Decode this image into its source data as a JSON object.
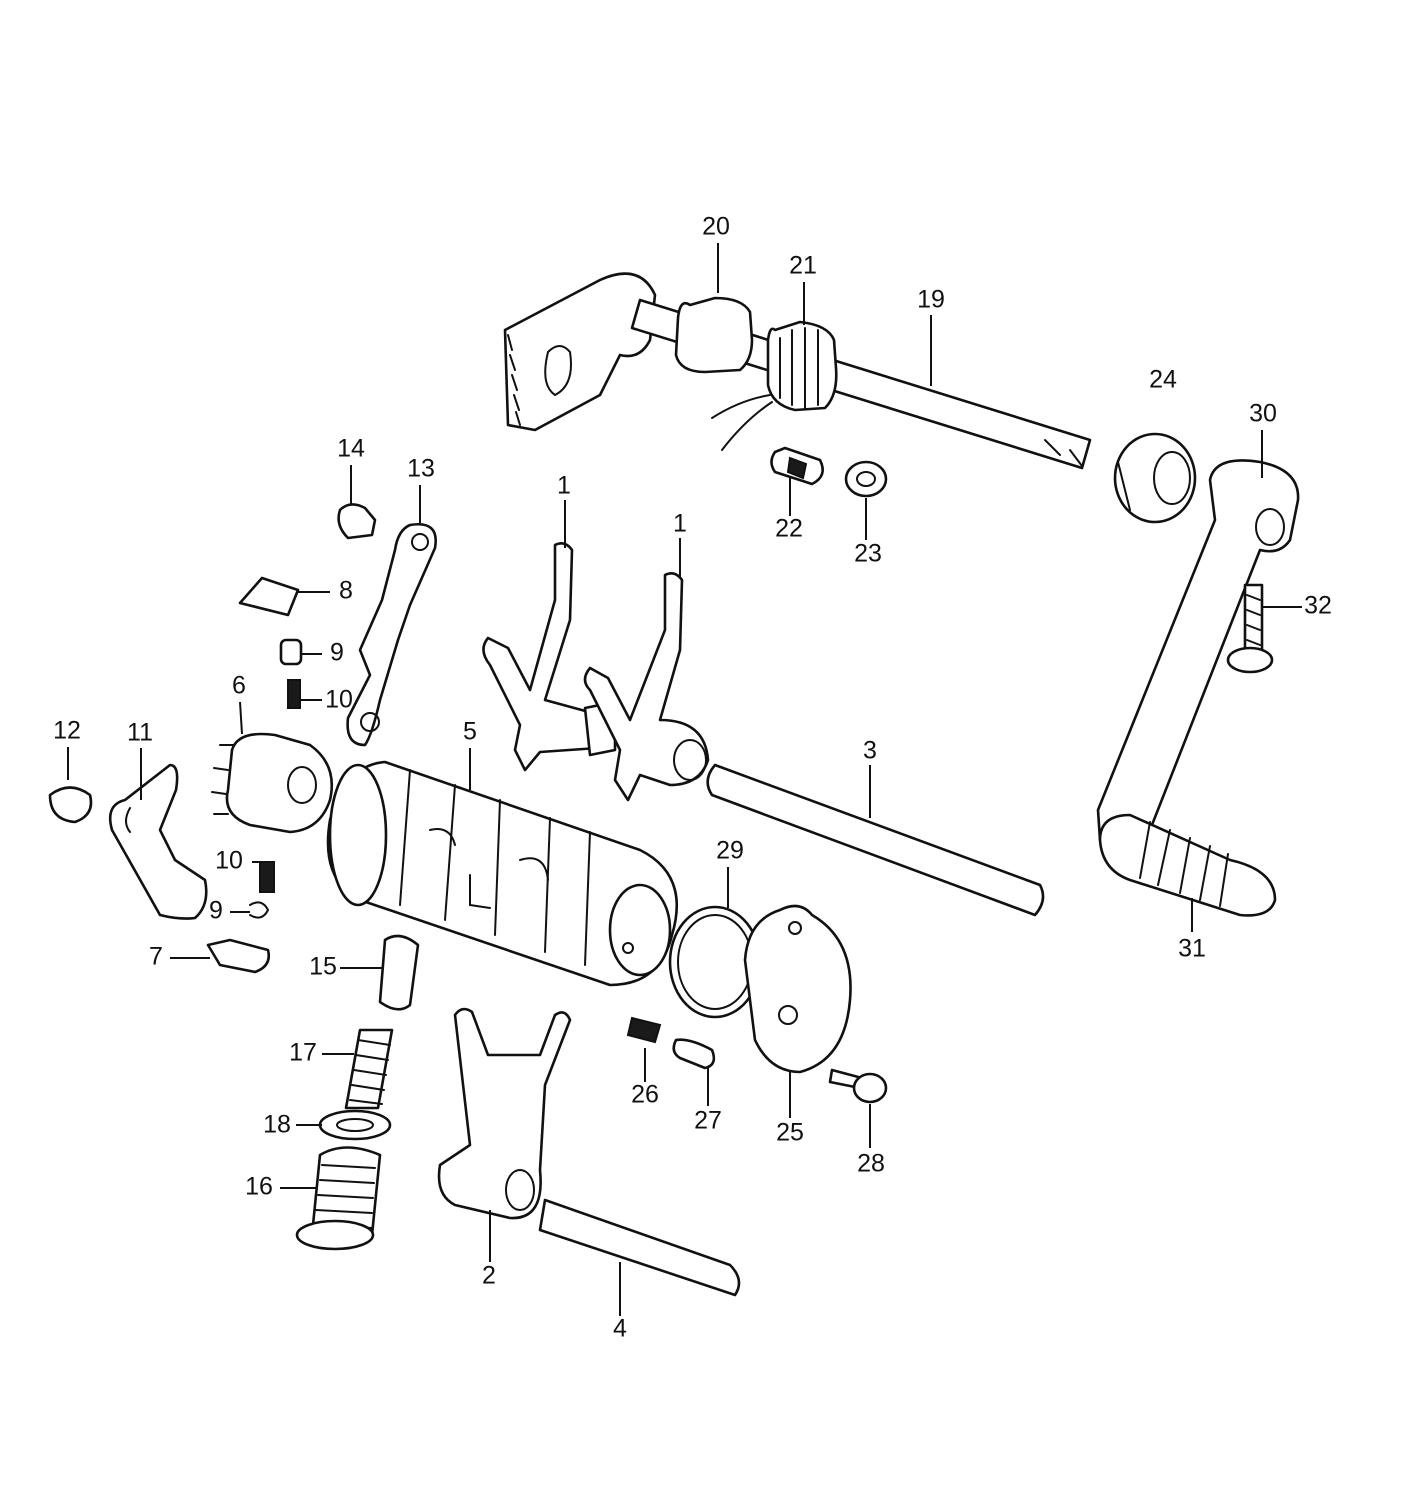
{
  "callouts": {
    "c1a": "1",
    "c1b": "1",
    "c2": "2",
    "c3": "3",
    "c4": "4",
    "c5": "5",
    "c6": "6",
    "c7": "7",
    "c8": "8",
    "c9a": "9",
    "c9b": "9",
    "c10a": "10",
    "c10b": "10",
    "c11": "11",
    "c12": "12",
    "c13": "13",
    "c14": "14",
    "c15": "15",
    "c16": "16",
    "c17": "17",
    "c18": "18",
    "c19": "19",
    "c20": "20",
    "c21": "21",
    "c22": "22",
    "c23": "23",
    "c24": "24",
    "c25": "25",
    "c26": "26",
    "c27": "27",
    "c28": "28",
    "c29": "29",
    "c30": "30",
    "c31": "31",
    "c32": "32"
  }
}
